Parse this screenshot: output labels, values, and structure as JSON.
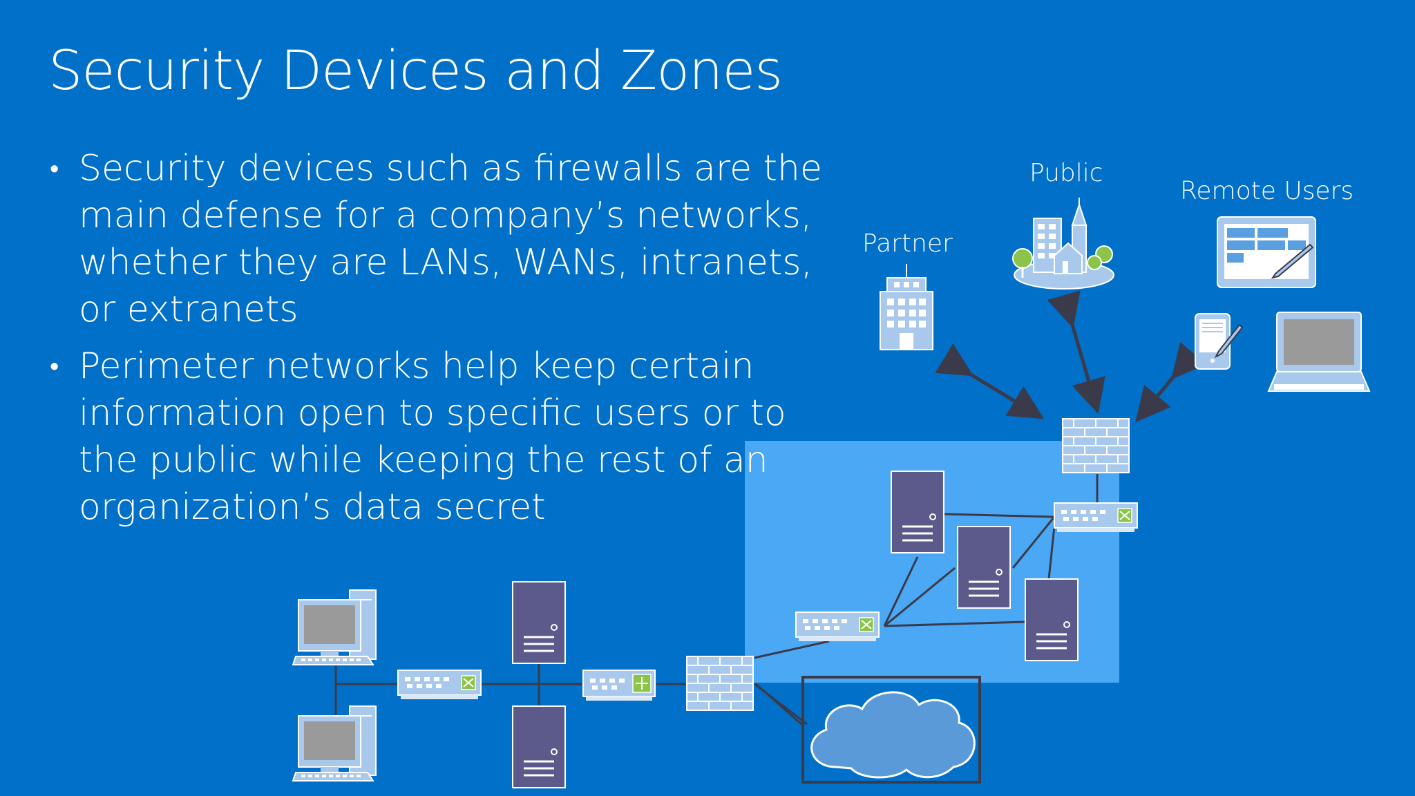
{
  "slide": {
    "title": "Security Devices and Zones",
    "bullets": [
      "Security devices such as firewalls are the main defense for a company’s networks, whether they are LANs, WANs, intranets, or extranets",
      "Perimeter networks help keep certain information open to specific users or to the public while keeping the rest of an organization’s data secret"
    ]
  },
  "diagram": {
    "labels": {
      "partner": "Partner",
      "public": "Public",
      "remote_users": "Remote Users"
    },
    "icons": [
      "building-icon",
      "city-icon",
      "tablet-icon",
      "pda-icon",
      "laptop-icon",
      "firewall-icon",
      "switch-icon",
      "server-icon",
      "desktop-computer-icon",
      "router-icon",
      "cloud-icon"
    ]
  },
  "colors": {
    "background": "#0070c8",
    "perimeter_zone": "#4aa8f4",
    "server": "#5c5a8a",
    "icon_light": "#a9c9ec",
    "connector": "#3a3a4a"
  }
}
